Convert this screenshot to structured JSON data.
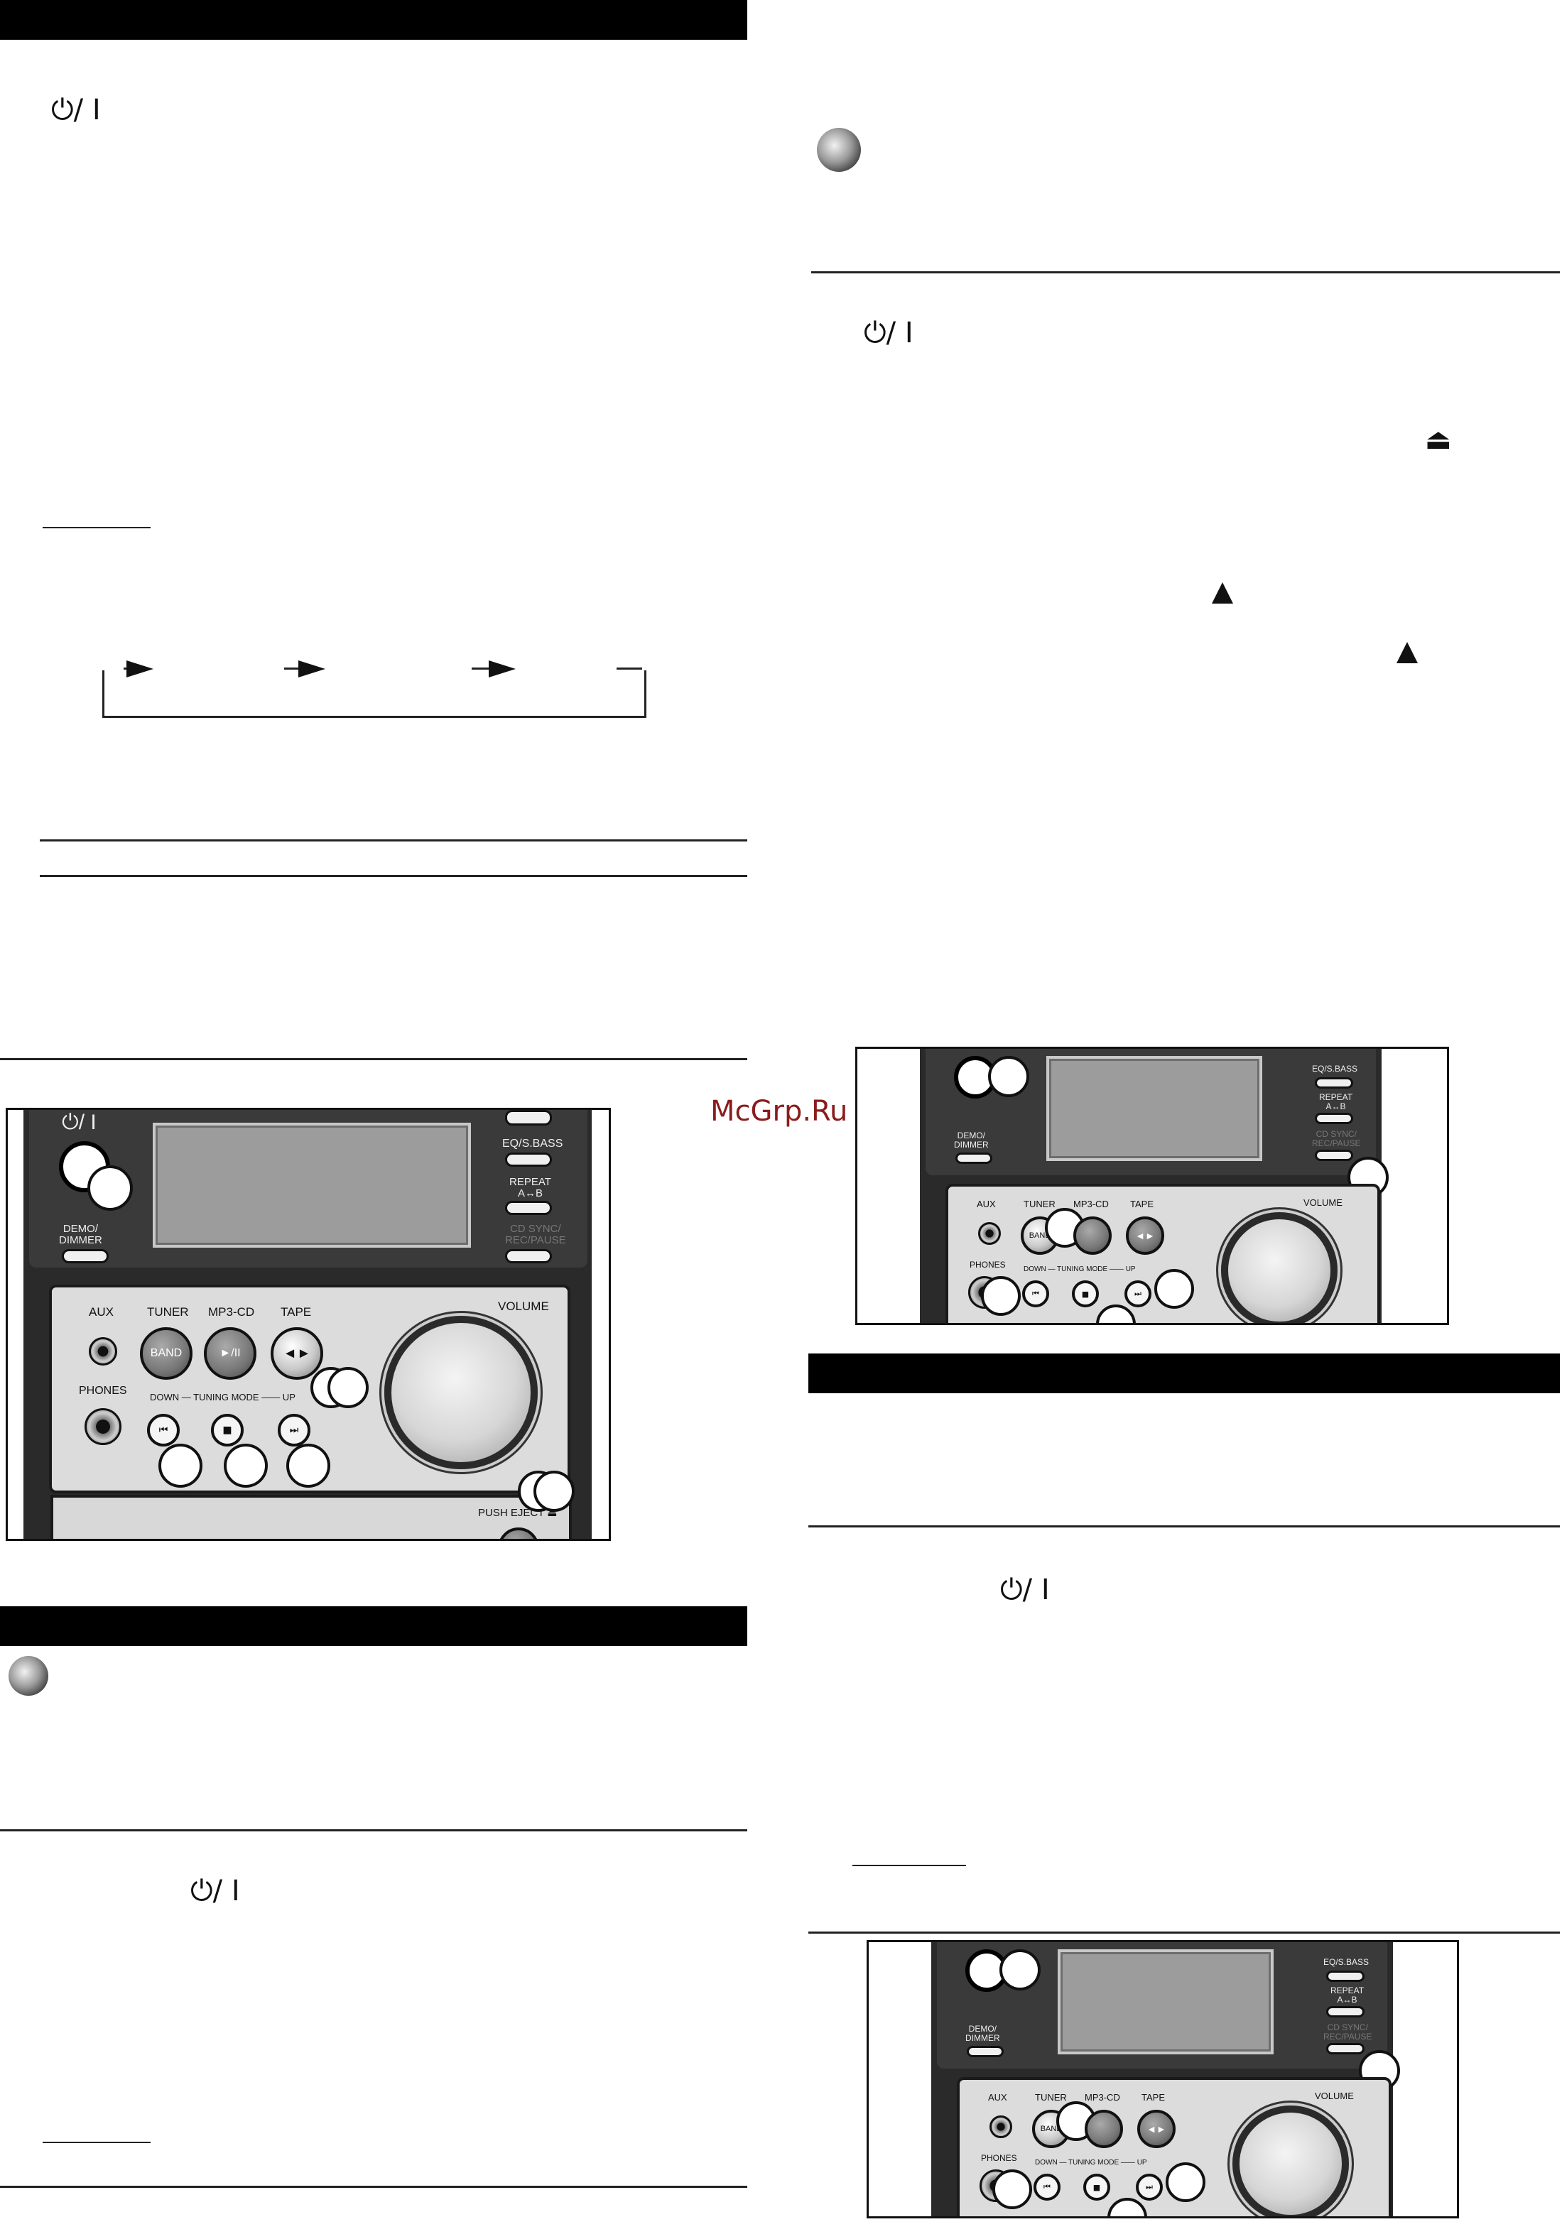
{
  "symbols": {
    "power": "⏻/ I",
    "eject": "⏏"
  },
  "watermark": "McGrp.Ru",
  "device_left": {
    "power_label": "⏻/ I",
    "eq_label": "EQ/S.BASS",
    "repeat_label": "REPEAT\nA↔B",
    "cdsync_label": "CD SYNC/\nREC/PAUSE",
    "demo_label": "DEMO/\nDIMMER",
    "aux_label": "AUX",
    "tuner_label": "TUNER",
    "band_label": "BAND",
    "mp3_label": "MP3-CD",
    "play_label": "►/II",
    "tape_label": "TAPE",
    "tape_btn": "◄►",
    "volume_label": "VOLUME",
    "phones_label": "PHONES",
    "tuning_label": "DOWN — TUNING MODE —— UP",
    "prev_btn": "⏮",
    "stop_btn": "■",
    "next_btn": "⏭",
    "eject_label": "PUSH EJECT ⏏"
  },
  "device_right_top": {
    "eq_label": "EQ/S.BASS",
    "repeat_label": "REPEAT\nA↔B",
    "cdsync_label": "CD SYNC/\nREC/PAUSE",
    "demo_label": "DEMO/\nDIMMER",
    "aux_label": "AUX",
    "tuner_label": "TUNER",
    "band_label": "BAND",
    "mp3_label": "MP3-CD",
    "tape_label": "TAPE",
    "tape_btn": "◄►",
    "volume_label": "VOLUME",
    "phones_label": "PHONES",
    "tuning_label": "DOWN — TUNING MODE —— UP",
    "prev_btn": "⏮",
    "stop_btn": "■",
    "next_btn": "⏭"
  },
  "device_right_bottom": {
    "eq_label": "EQ/S.BASS",
    "repeat_label": "REPEAT\nA↔B",
    "cdsync_label": "CD SYNC/\nREC/PAUSE",
    "demo_label": "DEMO/\nDIMMER",
    "aux_label": "AUX",
    "tuner_label": "TUNER",
    "band_label": "BAND",
    "mp3_label": "MP3-CD",
    "tape_label": "TAPE",
    "tape_btn": "◄►",
    "volume_label": "VOLUME",
    "phones_label": "PHONES",
    "tuning_label": "DOWN — TUNING MODE —— UP",
    "prev_btn": "⏮",
    "stop_btn": "■",
    "next_btn": "⏭"
  }
}
